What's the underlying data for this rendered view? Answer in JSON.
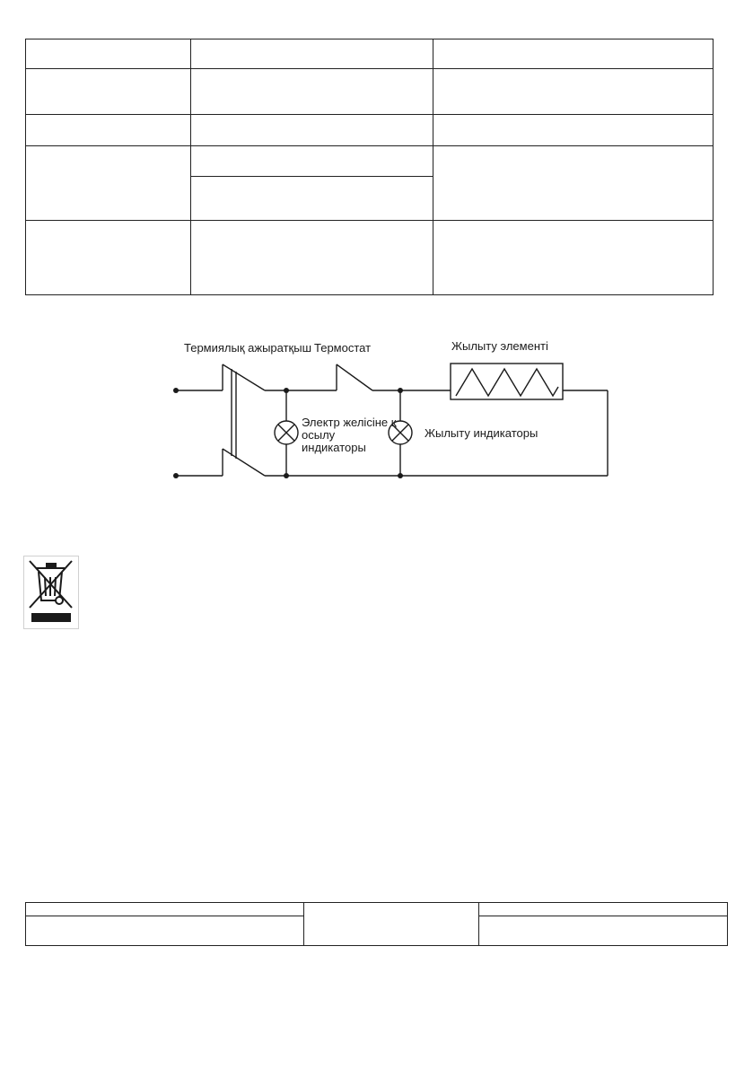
{
  "diagram": {
    "labels": {
      "thermal_breaker": "Термиялық ажыратқыш",
      "thermostat": "Термостат",
      "heating_element": "Жылыту элементі",
      "power_indicator_line1": "Электр желісіне қ",
      "power_indicator_line2": "осылу",
      "power_indicator_line3": "индикаторы",
      "heating_indicator": "Жылыту индикаторы"
    }
  },
  "colors": {
    "ink": "#1a1a1a",
    "page": "#ffffff"
  }
}
